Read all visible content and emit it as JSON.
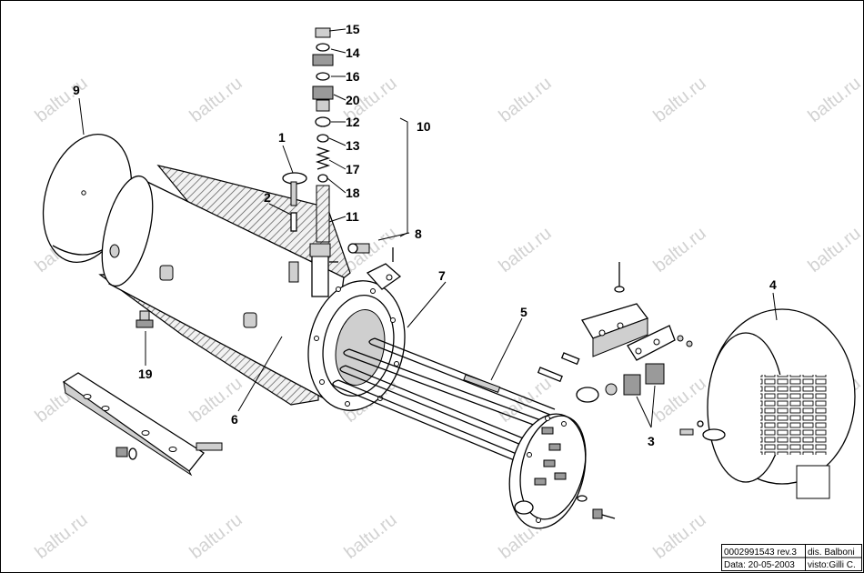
{
  "watermark": {
    "text": "baltu.ru"
  },
  "labels": {
    "l1": "1",
    "l2": "2",
    "l3": "3",
    "l4": "4",
    "l5": "5",
    "l6": "6",
    "l7": "7",
    "l8": "8",
    "l9": "9",
    "l10": "10",
    "l11": "11",
    "l12": "12",
    "l13": "13",
    "l14": "14",
    "l15": "15",
    "l16": "16",
    "l17": "17",
    "l18": "18",
    "l19": "19",
    "l20": "20"
  },
  "title_block": {
    "code": "0002991543 rev.3",
    "drawn": "dis. Balboni",
    "date": "Data: 20-05-2003",
    "checked": "visto:Gilli C."
  }
}
